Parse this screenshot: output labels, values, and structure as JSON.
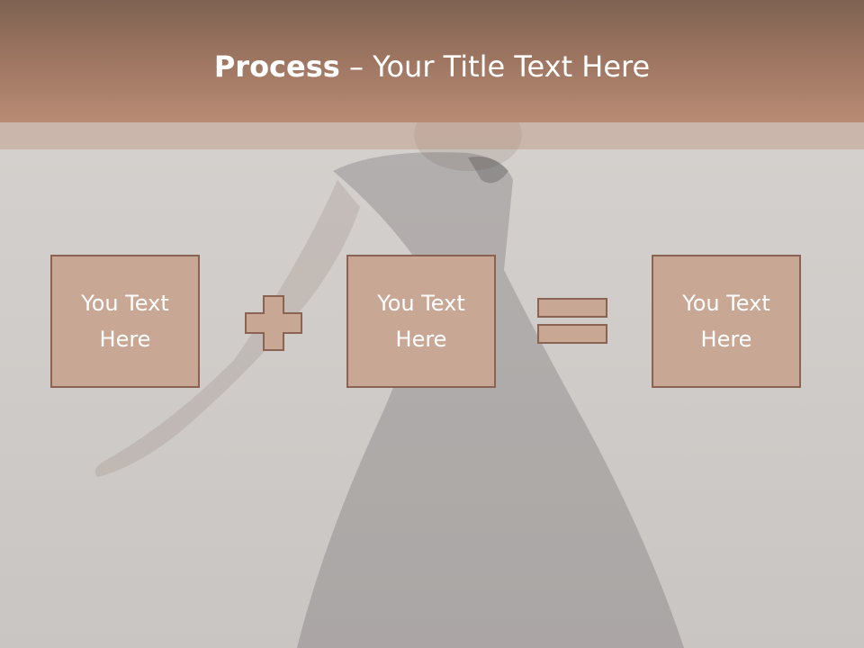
{
  "slide": {
    "title_bold": "Process",
    "title_rest": " – Your Title Text Here",
    "boxes": [
      {
        "label": "You Text Here"
      },
      {
        "label": "You Text Here"
      },
      {
        "label": "You Text Here"
      }
    ],
    "operators": [
      "plus-icon",
      "equals-icon"
    ]
  },
  "colors": {
    "header": "#9b7460",
    "box_fill": "#c9a795",
    "box_border": "#8a6352",
    "background": "#d2cfcc"
  }
}
